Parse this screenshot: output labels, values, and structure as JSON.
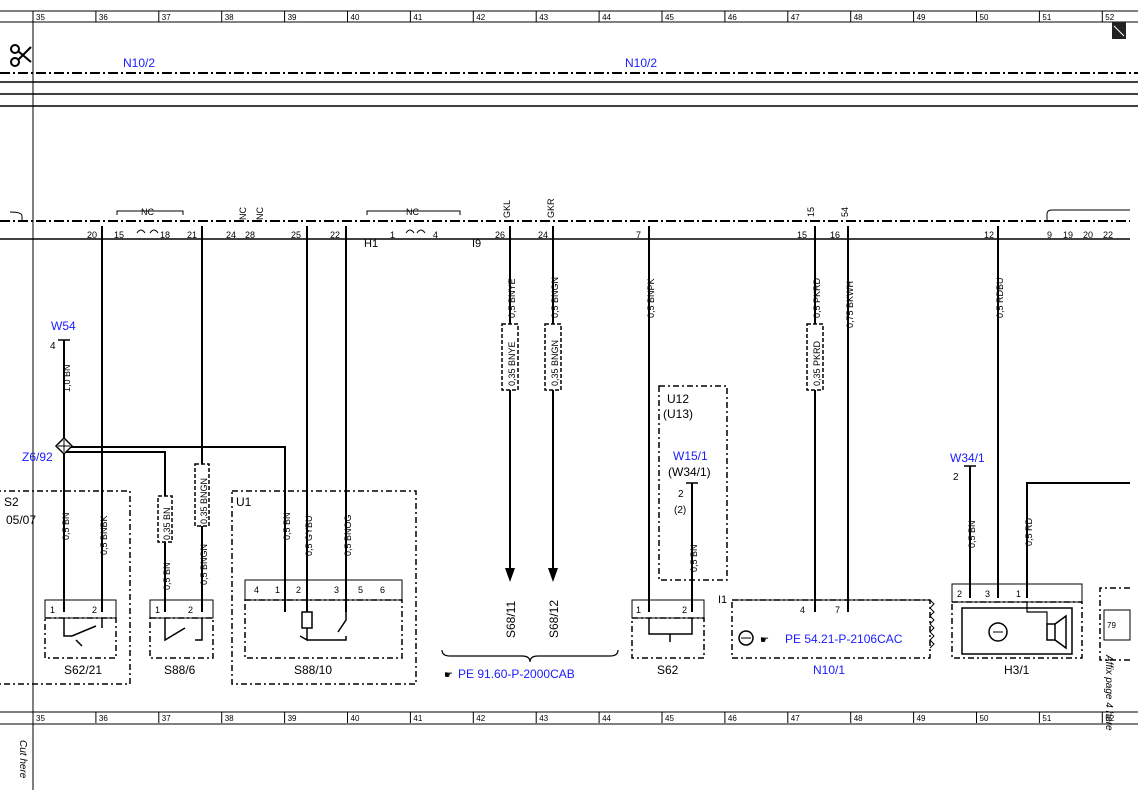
{
  "grid_numbers": [
    "35",
    "36",
    "37",
    "38",
    "39",
    "40",
    "41",
    "42",
    "43",
    "44",
    "45",
    "46",
    "47",
    "48",
    "49",
    "50",
    "51",
    "52"
  ],
  "top_bus": {
    "left": "N10/2",
    "right": "N10/2"
  },
  "connector": {
    "pins": [
      "20",
      "15",
      "18",
      "21",
      "24",
      "28",
      "25",
      "22",
      "1",
      "4",
      "26",
      "24",
      "7",
      "15",
      "16",
      "12",
      "9",
      "19",
      "20",
      "22"
    ],
    "labels": {
      "h1": "H1",
      "i9": "I9",
      "nc": "NC",
      "gkl": "GKL",
      "gkr": "GKR",
      "p15": "15",
      "p54": "54"
    }
  },
  "wires": {
    "w54": "W54",
    "w54_pin": "4",
    "w54_wire": "1,0 BN",
    "z692": "Z6/92",
    "s62_21_bn": "0,5 BN",
    "s62_21_bnbk": "0,5 BNBK",
    "s88_6_bn": "0,5 BN",
    "s88_6_bn_top": "0,35 BN",
    "s88_6_bngn": "0,5 BNGN",
    "s88_6_bngn_top": "0,35 BNGN",
    "u1_bn": "0,5 BN",
    "u1_gybu": "0,5 GYBU",
    "u1_bnog": "0,5 BNOG",
    "bnye": "0,5 BNYE",
    "bnye_small": "0,35 BNYE",
    "bngn": "0,5 BNGN",
    "bngn_small": "0,35 BNGN",
    "bnpk": "0,5 BNPK",
    "pkrd": "0,5 PKRD",
    "pkrd_small": "0,35 PKRD",
    "bkwh": "0,75 BKWH",
    "rdbu": "0,5 RDBU",
    "w34_bn": "0,5 BN",
    "w34_rd": "0,5 RD",
    "s62_bn": "0,5 BN"
  },
  "components": {
    "s62_21": "S62/21",
    "s88_6": "S88/6",
    "s88_10": "S88/10",
    "u1": "U1",
    "s32": "S2",
    "s32_sub": "05/07",
    "s68_11": "S68/11",
    "s68_12": "S68/12",
    "pe_9160": "PE 91.60-P-2000CAB",
    "u12": "U12",
    "u13": "(U13)",
    "w15_1": "W15/1",
    "w34_1p": "(W34/1)",
    "w15_pin": "2",
    "w15_pin2": "(2)",
    "s62": "S62",
    "i1": "I1",
    "pe_5421": "PE 54.21-P-2106CAC",
    "n10_1": "N10/1",
    "w34_1": "W34/1",
    "w34_pin": "2",
    "h3_1": "H3/1",
    "u1_pins": [
      "4",
      "1",
      "2",
      "3",
      "5",
      "6"
    ]
  },
  "margin": {
    "cut_here": "Cut here",
    "affix": "Affix page 4 here"
  }
}
